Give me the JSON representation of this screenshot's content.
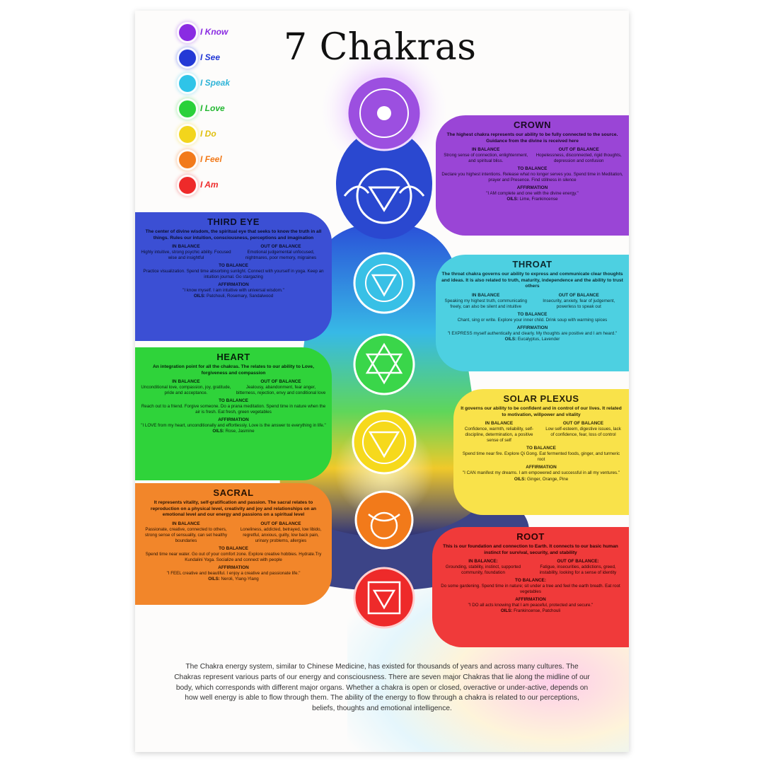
{
  "title": "7 Chakras",
  "colors": {
    "crown": "#9a45d6",
    "third_eye": "#3b4fd4",
    "throat": "#4dd0e1",
    "heart": "#2fd33a",
    "solar_plexus": "#f9e24a",
    "sacral": "#f2862a",
    "root": "#f03a3a"
  },
  "legend": [
    {
      "label": "I Know",
      "color": "#8a2be2"
    },
    {
      "label": "I See",
      "color": "#2339d6"
    },
    {
      "label": "I Speak",
      "color": "#2fc4e8"
    },
    {
      "label": "I Love",
      "color": "#2ad13a"
    },
    {
      "label": "I Do",
      "color": "#f2d51c"
    },
    {
      "label": "I Feel",
      "color": "#f27a1a"
    },
    {
      "label": "I Am",
      "color": "#ee2a2a"
    }
  ],
  "crown": {
    "title": "CROWN",
    "desc": "The highest chakra represents our ability to be fully connected to the source. Guidance from the divine is received here",
    "in_h": "IN BALANCE",
    "in_t": "Strong sense of connection, enlightenment, and spiritual bliss.",
    "out_h": "OUT OF BALANCE",
    "out_t": "Hopelessness, disconnected, rigid thoughts, depression and confusion",
    "to_h": "TO BALANCE",
    "to_t": "Declare you highest intentions. Release what no longer serves you. Spend time in Meditation, prayer and Presence. Find stillness in silence",
    "aff_h": "AFFIRMATION",
    "aff_t": "\"I AM complete and one with the divine energy.\"",
    "oils_h": "OILS:",
    "oils_t": "Lime, Frankincense"
  },
  "throat": {
    "title": "THROAT",
    "desc": "The throat chakra governs our ability to express and communicate clear thoughts and ideas. It is also related to truth, maturity, independence and the ability to trust others",
    "in_h": "IN BALANCE",
    "in_t": "Speaking my highest truth, communicating freely, can also be silent and intuitive",
    "out_h": "OUT OF BALANCE",
    "out_t": "Insecurity, anxiety, fear of judgement, powerless to speak out",
    "to_h": "TO BALANCE",
    "to_t": "Chant, sing or write. Explore your inner child. Drink soup with warming spices",
    "aff_h": "AFFIRMATION",
    "aff_t": "\"I EXPRESS myself authentically and clearly. My thoughts are positive and I am heard.\"",
    "oils_h": "OILS:",
    "oils_t": "Eucalyptus, Lavender"
  },
  "solar": {
    "title": "SOLAR PLEXUS",
    "desc": "It governs our ability to be confident and in control of our lives. It related to motivation, willpower and vitality",
    "in_h": "IN BALANCE",
    "in_t": "Confidence, warmth, reliability, self-discipline, determination, a positive sense of self",
    "out_h": "OUT OF BALANCE",
    "out_t": "Low self-esteem, digestive issues, lack of confidence, fear, loss of control",
    "to_h": "TO BALANCE",
    "to_t": "Spend time near fire. Explore Qi Gong. Eat fermented foods, ginger, and turmeric root",
    "aff_h": "AFFIRMATION",
    "aff_t": "\"I CAN manifest my dreams. I am empowered and successful in all my ventures.\"",
    "oils_h": "OILS:",
    "oils_t": "Ginger, Orange, Pine"
  },
  "root": {
    "title": "ROOT",
    "desc": "This is our foundation and connection to Earth. It connects to our basic human instinct for survival, security, and stability",
    "in_h": "IN BALANCE:",
    "in_t": "Grounding, stability, instinct, supported community, foundation",
    "out_h": "OUT OF BALANCE:",
    "out_t": "Fatigue, insecurities, addictions, greed, instability, looking for a sense of identity",
    "to_h": "TO BALANCE:",
    "to_t": "Do some gardening. Spend time in nature; sit under a tree and feel the earth breath. Eat root vegetables",
    "aff_h": "AFFIRMATION",
    "aff_t": "\"I DO all acts knowing that I am peaceful, protected and secure.\"",
    "oils_h": "OILS:",
    "oils_t": "Frankincense, Patchouli"
  },
  "thirdeye": {
    "title": "THIRD EYE",
    "desc": "The center of divine wisdom, the spiritual eye that seeks to know the truth in all things. Rules our intuition, consciousness, perceptions and imagination",
    "in_h": "IN BALANCE",
    "in_t": "Highly intuitive, strong psychic ability. Focused wise and insightful",
    "out_h": "OUT OF BALANCE",
    "out_t": "Emotional judgemental unfocused, nightmares, poor memory, migraines",
    "to_h": "TO BALANCE",
    "to_t": "Practice visualization. Spend time absorbing sunlight. Connect with yourself in yoga. Keep an intuition journal. Go stargazing",
    "aff_h": "AFFIRMATION",
    "aff_t": "\"I know myself. I am intuitive with universal wisdom.\"",
    "oils_h": "OILS:",
    "oils_t": "Patchouli, Rosemary, Sandalwood"
  },
  "heart": {
    "title": "HEART",
    "desc": "An integration point for all the chakras. The relates to our ability to Love, forgiveness and compassion",
    "in_h": "IN BALANCE",
    "in_t": "Unconditional love, compassion, joy, gratitude, pride and acceptance.",
    "out_h": "OUT OF BALANCE",
    "out_t": "Jealousy, abandonment, fear anger, bitterness, rejection, envy and conditional love",
    "to_h": "TO BALANCE",
    "to_t": "Reach out to a friend. Forgive someone. Do a prana meditation. Spend time in nature when the air is fresh. Eat fresh, green vegetables",
    "aff_h": "AFFIRMATION",
    "aff_t": "\"I LOVE from my heart, unconditionally and effortlessly. Love is the answer to everything in life.\"",
    "oils_h": "OILS:",
    "oils_t": "Rose, Jasmine"
  },
  "sacral": {
    "title": "SACRAL",
    "desc": "It represents vitality, self-gratification and passion. The sacral relates to reproduction on a physical level, creativity and joy and relationships on an emotional level and our energy and passions on a spiritual level",
    "in_h": "IN BALANCE",
    "in_t": "Passionate, creative, connected to others, strong sense of sensuality, can set healthy boundaries",
    "out_h": "OUT OF BALANCE",
    "out_t": "Loneliness, addicted, betrayed, low libido, regretful, anxious, guilty, low back pain, urinary problems, allergies",
    "to_h": "TO BALANCE",
    "to_t": "Spend time near water. Go out of your comfort zone. Explore creative hobbies. Hydrate.Try Kundalini Yoga. Socialize and connect with people",
    "aff_h": "AFFIRMATION",
    "aff_t": "\"I FEEL creative and beautiful. I enjoy a creative and passionate life.\"",
    "oils_h": "OILS:",
    "oils_t": "Neroli, Ylang-Ylang"
  },
  "intro": "The Chakra energy system, similar to Chinese Medicine, has existed for thousands of years and across many cultures. The Chakras represent various parts of our energy and consciousness. There are seven major Chakras that lie along the midline of our body, which corresponds with different major organs. Whether a chakra is open or closed, overactive or under-active, depends on how well energy is able to flow through them. The ability of the energy to flow through a chakra is related to our perceptions, beliefs, thoughts and emotional intelligence."
}
